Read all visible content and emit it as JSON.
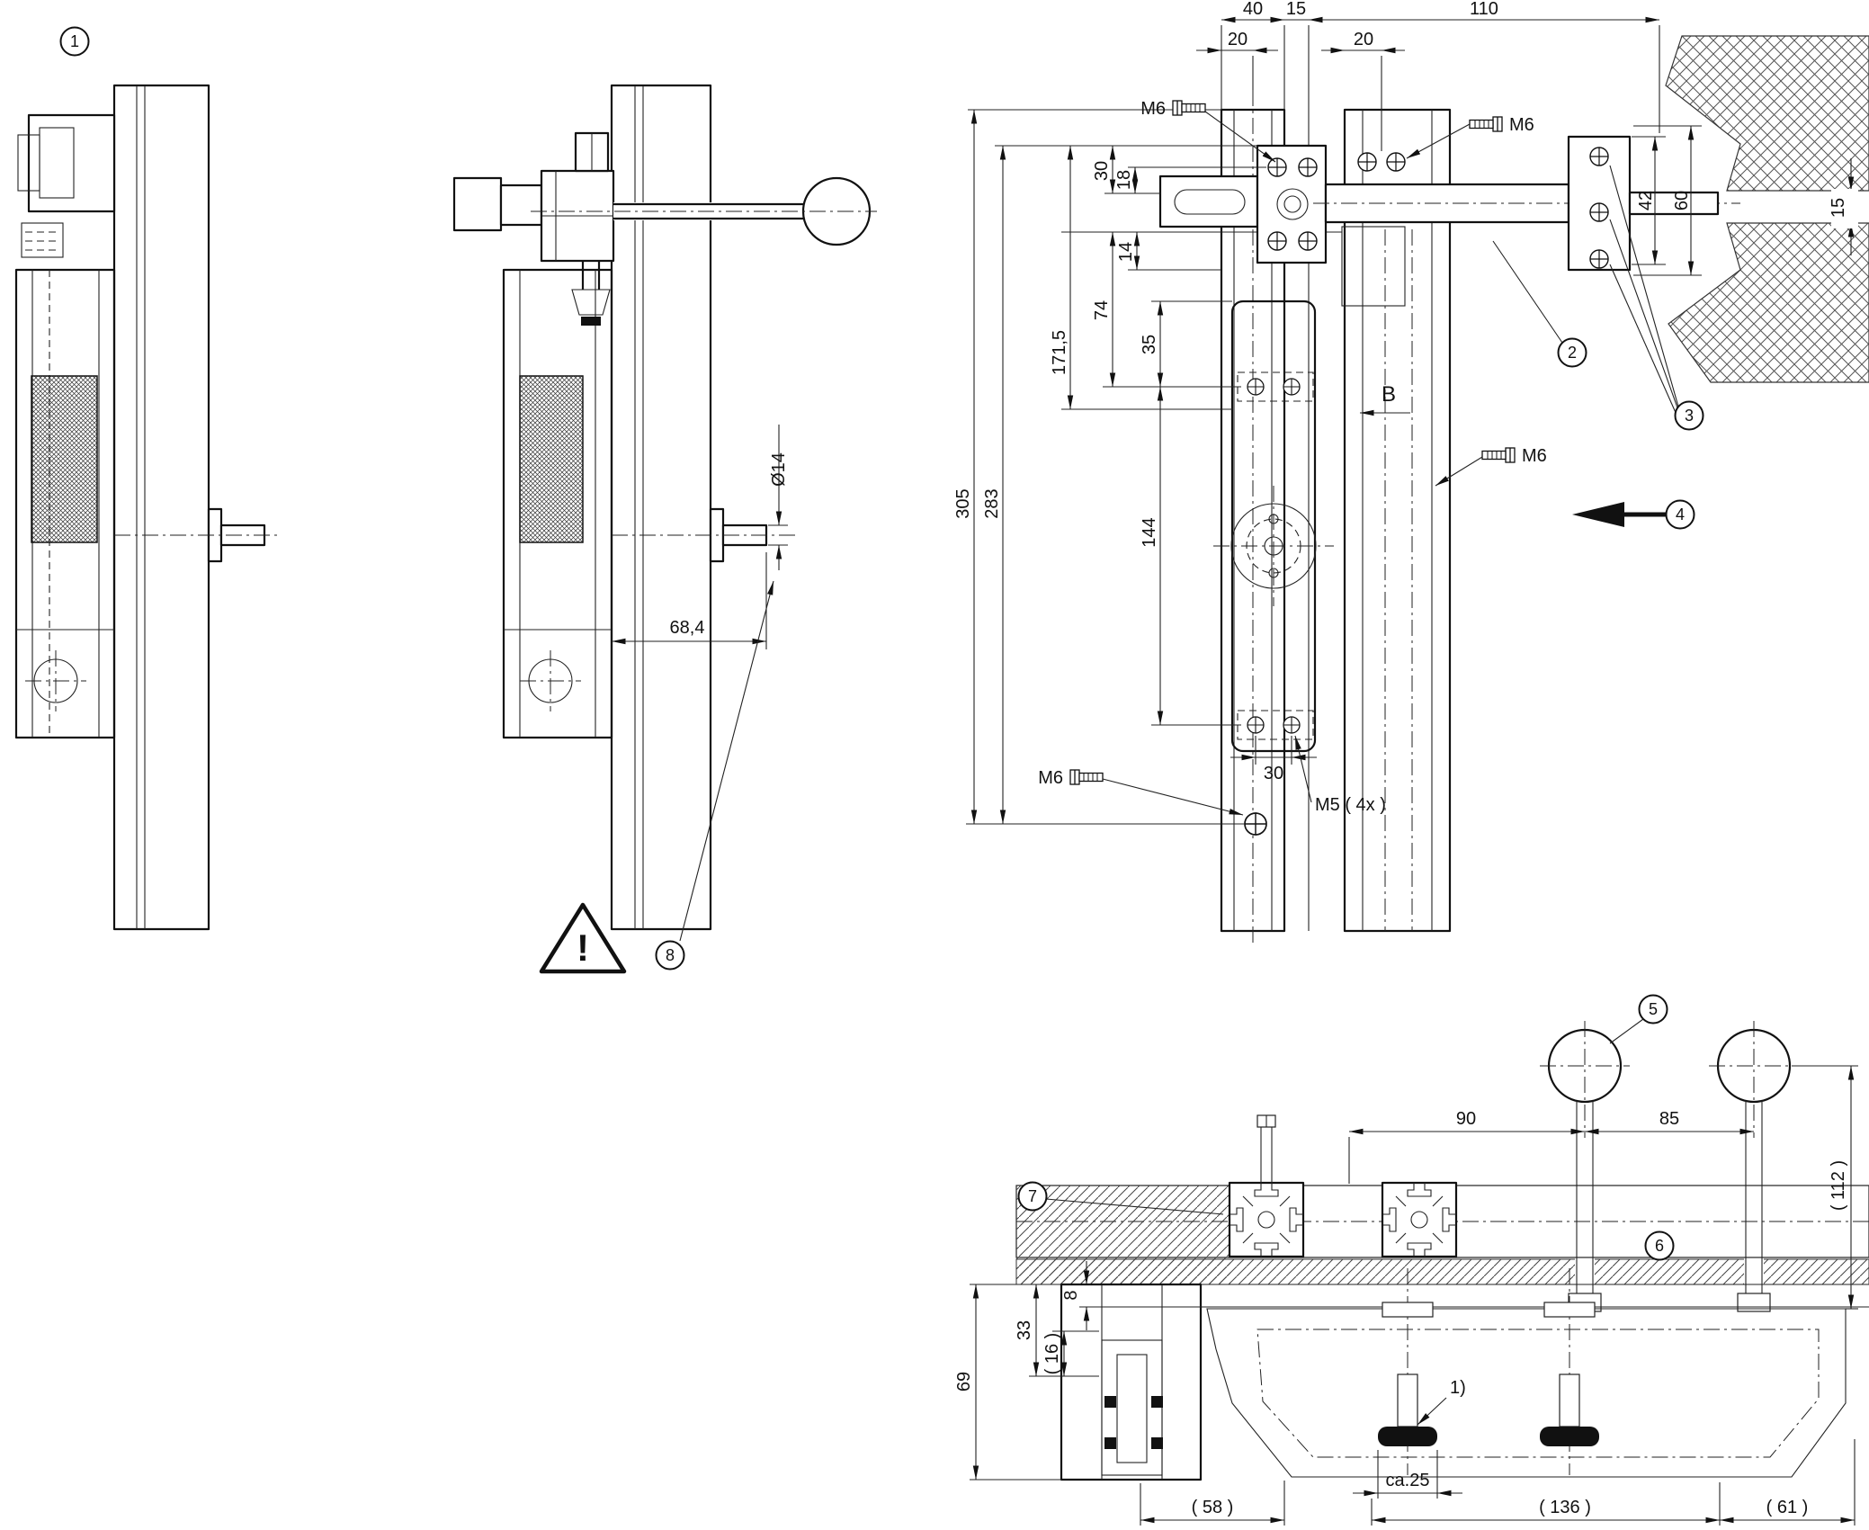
{
  "drawing": {
    "callouts": {
      "c1": "1",
      "c2": "2",
      "c3": "3",
      "c4": "4",
      "c5": "5",
      "c6": "6",
      "c7": "7",
      "c8": "8"
    },
    "warning": {
      "mark": "!"
    },
    "section": {
      "label": "B"
    },
    "footnote": {
      "ref": "1)"
    },
    "threads": {
      "m6": "M6",
      "m5": "M5 ( 4x )"
    },
    "side_view": {
      "dia": "Ø14",
      "depth": "68,4"
    },
    "front_view": {
      "top": {
        "w40": "40",
        "w15": "15",
        "w110": "110",
        "w20a": "20",
        "w20b": "20"
      },
      "left": {
        "h305": "305",
        "h283": "283",
        "h171": "171,5",
        "h74": "74",
        "h30": "30",
        "h18": "18",
        "h14": "14",
        "h35": "35",
        "h144": "144"
      },
      "right": {
        "h42": "42",
        "h60": "60",
        "h15": "15"
      },
      "bottom": {
        "w30": "30"
      }
    },
    "top_view": {
      "w90": "90",
      "w85": "85",
      "h112": "( 112 )",
      "t8": "8",
      "t33": "33",
      "t16": "( 16 )",
      "t69": "69",
      "w58": "( 58 )",
      "w136": "( 136 )",
      "w61": "( 61 )",
      "ca25": "ca.25"
    }
  }
}
